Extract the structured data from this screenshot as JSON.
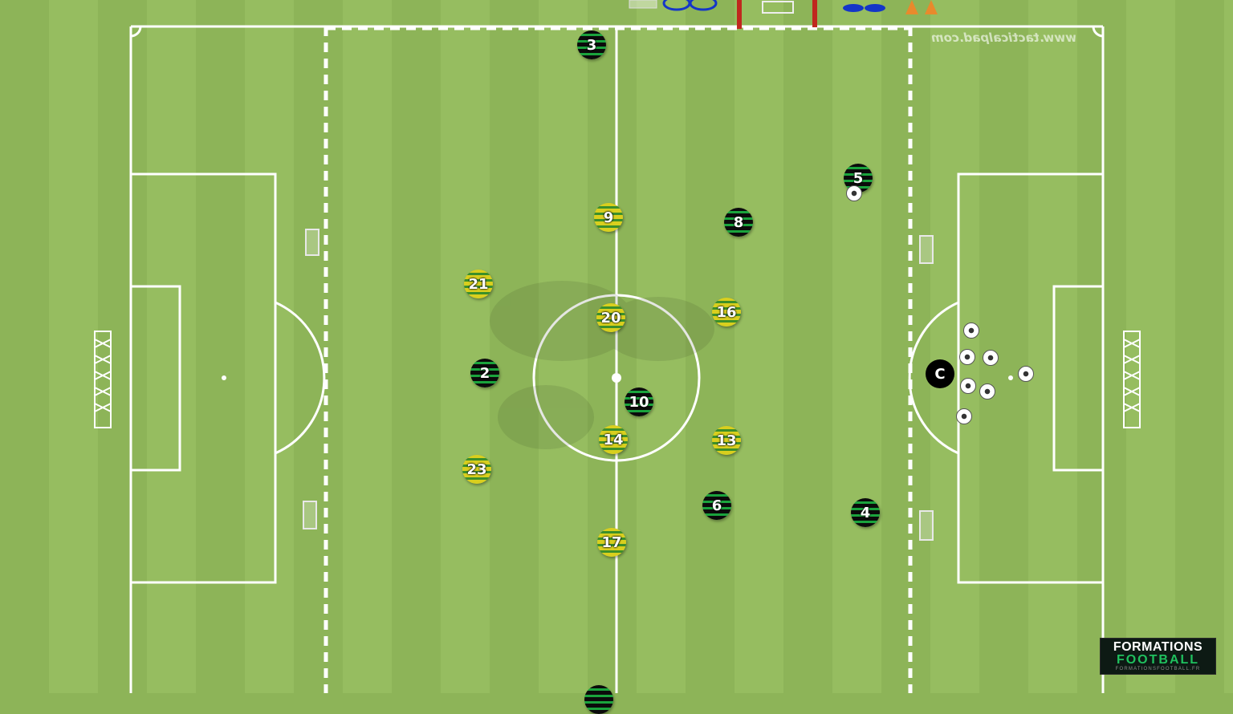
{
  "watermark": "www.tacticalpad.com",
  "logo": {
    "line1": "FORMATIONS",
    "line2": "FOOTBALL",
    "line3": "FORMATIONSFOOTBALL.FR"
  },
  "coach_label": "C",
  "team_colors": {
    "black": "#0b0b0b",
    "yellow": "#d9cf1e",
    "stripe": "#1aa33c"
  },
  "players": [
    {
      "team": "black",
      "number": "3"
    },
    {
      "team": "black",
      "number": "5"
    },
    {
      "team": "black",
      "number": "8"
    },
    {
      "team": "black",
      "number": "2"
    },
    {
      "team": "black",
      "number": "10"
    },
    {
      "team": "black",
      "number": "6"
    },
    {
      "team": "black",
      "number": "4"
    },
    {
      "team": "yellow",
      "number": "9"
    },
    {
      "team": "yellow",
      "number": "21"
    },
    {
      "team": "yellow",
      "number": "20"
    },
    {
      "team": "yellow",
      "number": "16"
    },
    {
      "team": "yellow",
      "number": "14"
    },
    {
      "team": "yellow",
      "number": "13"
    },
    {
      "team": "yellow",
      "number": "23"
    },
    {
      "team": "yellow",
      "number": "17"
    }
  ],
  "equipment": [
    "mini-goal-icon",
    "ring-icon",
    "pole-icon",
    "hurdle-icon",
    "pole-icon",
    "disc-cone-icon",
    "cone-icon"
  ]
}
